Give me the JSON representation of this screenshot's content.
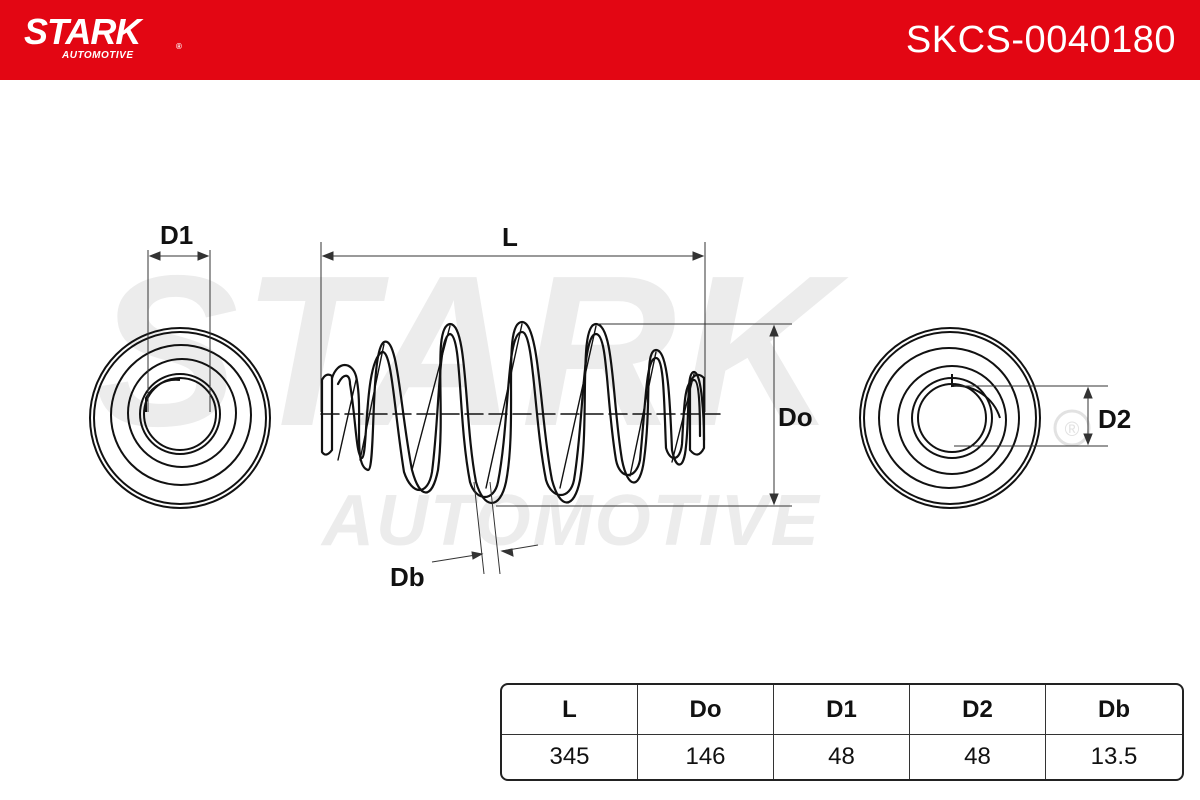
{
  "header": {
    "brand": "STARK",
    "brand_sub": "AUTOMOTIVE",
    "brand_mark": "®",
    "part_number": "SKCS-0040180",
    "background_color": "#e30613",
    "text_color": "#ffffff"
  },
  "watermark": {
    "brand": "STARK",
    "brand_sub": "AUTOMOTIVE",
    "mark": "®",
    "color": "#ececec"
  },
  "diagram": {
    "labels": {
      "d1": "D1",
      "l": "L",
      "do": "Do",
      "d2": "D2",
      "db": "Db"
    },
    "line_color": "#111111"
  },
  "table": {
    "headers": [
      "L",
      "Do",
      "D1",
      "D2",
      "Db"
    ],
    "values": [
      "345",
      "146",
      "48",
      "48",
      "13.5"
    ]
  }
}
